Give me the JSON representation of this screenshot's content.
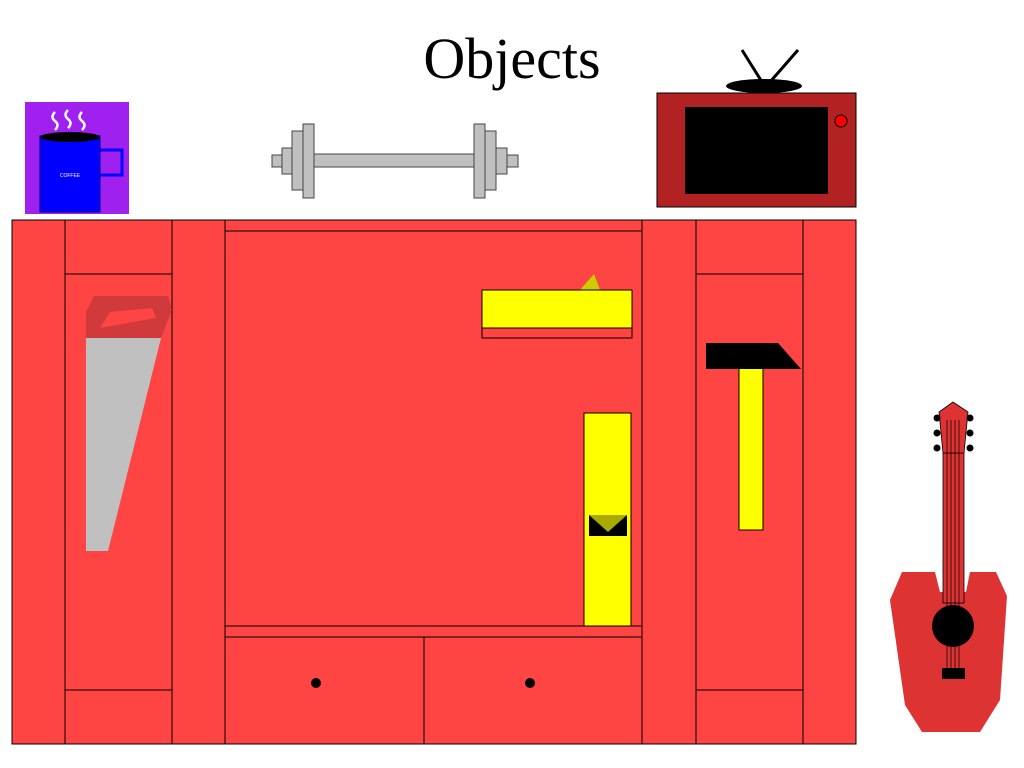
{
  "title": "Objects",
  "mug_label": "COFFEE",
  "colors": {
    "cabinet": "#ff4444",
    "mug_background": "#a020f0",
    "mug": "#0000ff",
    "tv_body": "#b22222",
    "tv_screen": "#000000",
    "tv_knob": "#ff0000",
    "guitar": "#dd3333",
    "yellow": "#ffff00",
    "saw_blade": "#c0c0c0",
    "dumbbell": "#c0c0c0"
  },
  "objects": [
    "coffee-mug",
    "dumbbell",
    "television",
    "cabinet",
    "saw",
    "level-tool",
    "spirit-level",
    "hammer",
    "guitar"
  ]
}
